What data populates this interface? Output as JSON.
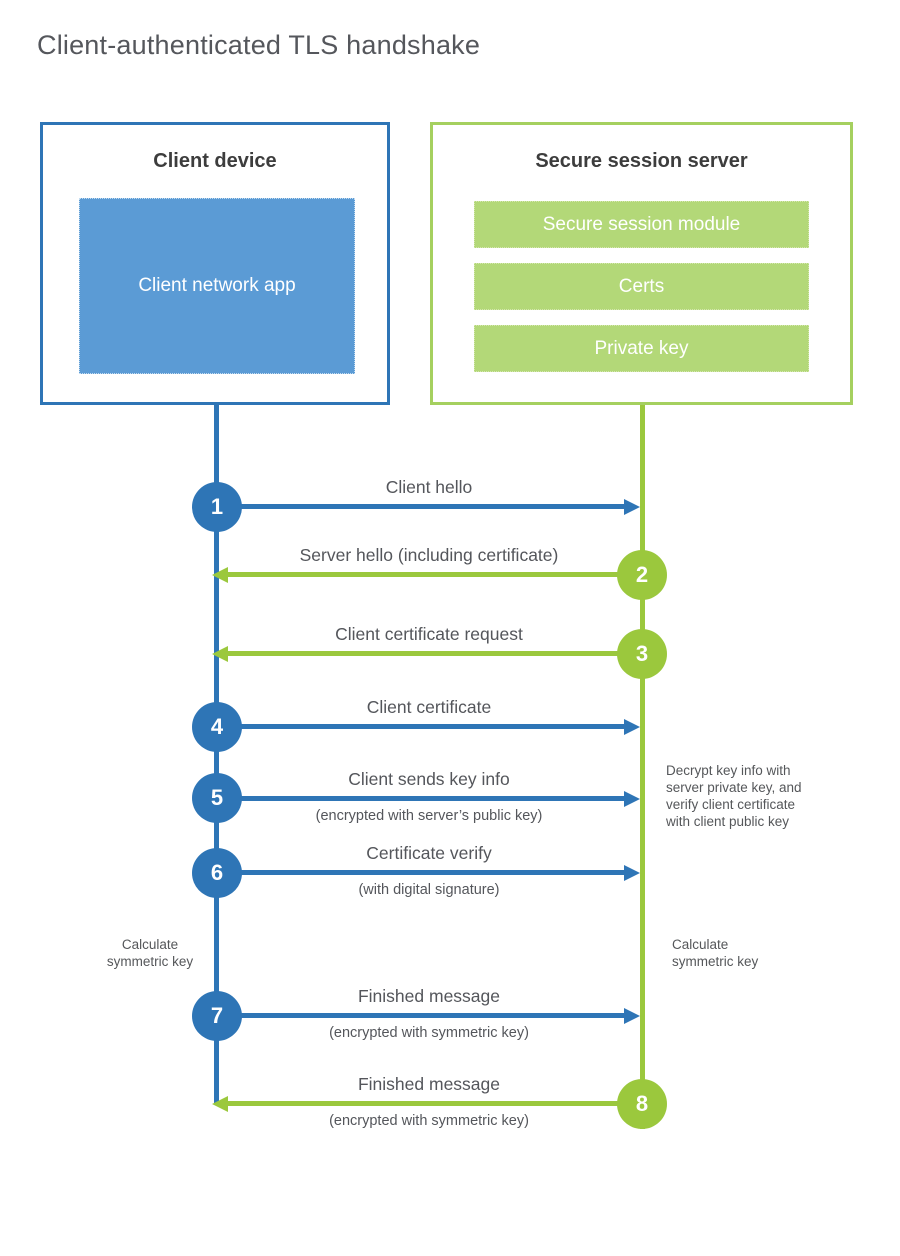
{
  "title": "Client-authenticated TLS handshake",
  "colors": {
    "blue": "#2e75b6",
    "blue_fill": "#5b9bd5",
    "green": "#9bc83d",
    "green_border": "#a5d05f",
    "green_fill": "#b3d878"
  },
  "client": {
    "title": "Client device",
    "app_label": "Client network app"
  },
  "server": {
    "title": "Secure session server",
    "modules": [
      "Secure session module",
      "Certs",
      "Private key"
    ]
  },
  "steps": [
    {
      "num": "1",
      "label": "Client hello",
      "sub": "",
      "direction": "right",
      "color": "blue"
    },
    {
      "num": "2",
      "label": "Server hello (including certificate)",
      "sub": "",
      "direction": "left",
      "color": "green"
    },
    {
      "num": "3",
      "label": "Client certificate request",
      "sub": "",
      "direction": "left",
      "color": "green"
    },
    {
      "num": "4",
      "label": "Client certificate",
      "sub": "",
      "direction": "right",
      "color": "blue"
    },
    {
      "num": "5",
      "label": "Client sends key info",
      "sub": "(encrypted with server’s public key)",
      "direction": "right",
      "color": "blue"
    },
    {
      "num": "6",
      "label": "Certificate verify",
      "sub": "(with digital signature)",
      "direction": "right",
      "color": "blue"
    },
    {
      "num": "7",
      "label": "Finished message",
      "sub": "(encrypted with symmetric key)",
      "direction": "right",
      "color": "blue"
    },
    {
      "num": "8",
      "label": "Finished message",
      "sub": "(encrypted with symmetric key)",
      "direction": "left",
      "color": "green"
    }
  ],
  "notes": {
    "decrypt": "Decrypt key info with\nserver private key, and\nverify client certificate\nwith client public key",
    "calc_left": "Calculate\nsymmetric key",
    "calc_right": "Calculate\nsymmetric key"
  }
}
